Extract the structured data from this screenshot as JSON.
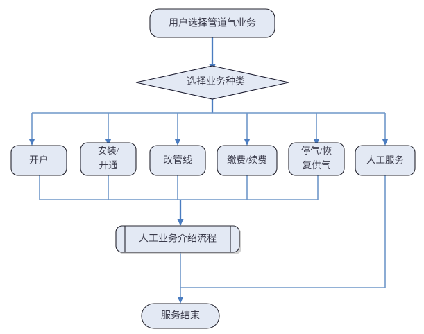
{
  "diagram": {
    "type": "flowchart",
    "orientation": "top-down",
    "title_node": "用户选择管道气业务",
    "colors": {
      "node_fill": "#e3e9f4",
      "node_stroke": "#1a1a2e",
      "connector": "#6f97c9",
      "arrow": "#4a7cc0",
      "text": "#3a3a4a",
      "background": "#ffffff"
    },
    "start": {
      "shape": "rounded-rectangle",
      "label": "用户选择管道气业务"
    },
    "decision": {
      "shape": "diamond",
      "label": "选择业务种类"
    },
    "branches": [
      {
        "shape": "rounded-rectangle",
        "label": "开户",
        "line1": "开户",
        "line2": ""
      },
      {
        "shape": "rounded-rectangle",
        "label": "安装/开通",
        "line1": "安装/",
        "line2": "开通"
      },
      {
        "shape": "rounded-rectangle",
        "label": "改管线",
        "line1": "改管线",
        "line2": ""
      },
      {
        "shape": "rounded-rectangle",
        "label": "缴费/续费",
        "line1": "缴费/续费",
        "line2": ""
      },
      {
        "shape": "rounded-rectangle",
        "label": "停气/恢复供气",
        "line1": "停气/恢",
        "line2": "复供气"
      },
      {
        "shape": "rounded-rectangle",
        "label": "人工服务",
        "line1": "人工服务",
        "line2": ""
      }
    ],
    "subprocess": {
      "shape": "predefined-process",
      "label": "人工业务介绍流程"
    },
    "end": {
      "shape": "stadium",
      "label": "服务结束"
    }
  }
}
